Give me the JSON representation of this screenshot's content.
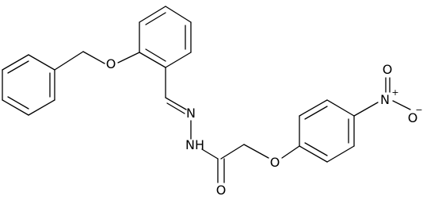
{
  "molecule": {
    "atom_labels": {
      "ether_oxygen_left": "O",
      "hydrazone_nh": "NH",
      "imine_nitrogen": "N",
      "carbonyl_oxygen": "O",
      "ether_oxygen_right": "O",
      "nitro_nitrogen": "N",
      "nitro_charge_plus": "+",
      "nitro_oxygen_top": "O",
      "nitro_oxygen_right": "O",
      "nitro_charge_minus": "−"
    }
  }
}
